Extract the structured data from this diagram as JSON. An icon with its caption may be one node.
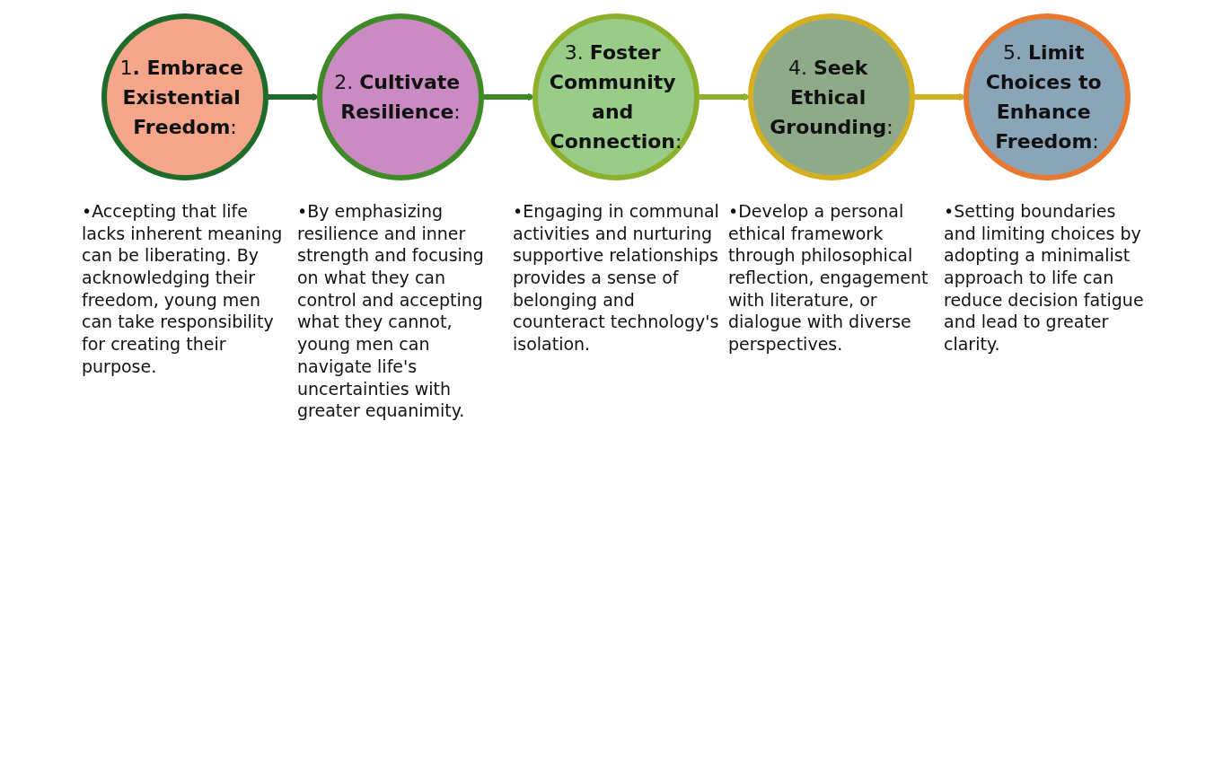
{
  "diagram": {
    "nodes": [
      {
        "text": [
          "1**. Embrace Existential Freedom**:"
        ],
        "beside": [
          "•Accepting that life lacks inherent meaning can be liberating. By acknowledging their freedom, young men can take responsibility for creating their purpose."
        ]
      },
      {
        "text": [
          "2. **Cultivate Resilience**:"
        ],
        "beside": [
          "•By emphasizing resilience and inner strength and focusing on what they can control and accepting what they cannot, young men can navigate life's uncertainties with greater equanimity."
        ]
      },
      {
        "text": [
          "3. **Foster Community and Connection**:"
        ],
        "beside": [
          "•Engaging in communal activities and nurturing supportive relationships provides a sense of belonging and counteract technology's isolation."
        ]
      },
      {
        "text": [
          "4. **Seek Ethical Grounding**:"
        ],
        "beside": [
          "•Develop a personal ethical framework through philosophical reflection, engagement with literature, or dialogue with diverse perspectives."
        ]
      },
      {
        "text": [
          "5. **Limit Choices to Enhance Freedom**:"
        ],
        "beside": [
          "•Setting boundaries and limiting choices by adopting a minimalist approach to life can reduce decision fatigue and lead to greater clarity."
        ]
      }
    ],
    "edges": [
      {
        "from": 0,
        "to": 1,
        "arrow": "to",
        "color": "#1e6b2a"
      },
      {
        "from": 1,
        "to": 2,
        "arrow": "to",
        "color": "#3d8a26"
      },
      {
        "from": 2,
        "to": 3,
        "arrow": "to",
        "color": "#8cb02a"
      },
      {
        "from": 3,
        "to": 4,
        "arrow": "to",
        "color": "#d4b020"
      }
    ]
  }
}
